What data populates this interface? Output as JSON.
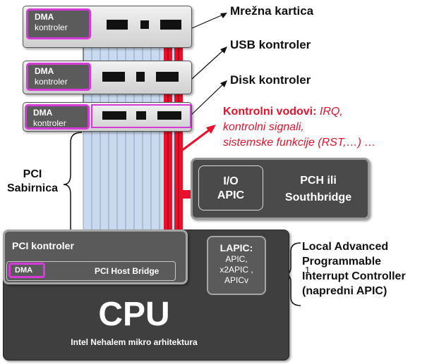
{
  "cards": [
    {
      "dma_line1": "DMA",
      "dma_line2": "kontroler",
      "label": "Mrežna kartica"
    },
    {
      "dma_line1": "DMA",
      "dma_line2": "kontroler",
      "label": "USB kontroler"
    },
    {
      "dma_line1": "DMA",
      "dma_line2": "kontroler",
      "label": "Disk kontroler"
    }
  ],
  "control_lines": {
    "title": "Kontrolni vodovi:",
    "title_rest": " IRQ,",
    "line2": "kontrolni signali,",
    "line3": "sistemske funkcije (RST,…) …"
  },
  "pci_bus": {
    "line1": "PCI",
    "line2": "Sabirnica"
  },
  "io_apic": {
    "line1": "I/O",
    "line2": "APIC"
  },
  "pch": {
    "line1": "PCH  ili",
    "line2": "Southbridge"
  },
  "pci_controller": {
    "title": "PCI kontroler",
    "dma": "DMA",
    "host_bridge": "PCI Host Bridge"
  },
  "lapic": {
    "title": "LAPIC:",
    "line1": "APIC,",
    "line2": "x2APIC ,",
    "line3": "APICv"
  },
  "local_apic_label": {
    "line1": "Local Advanced",
    "line2": "Programmable",
    "line3": "Interrupt Controller",
    "line4": "(napredni APIC)",
    "marker": "1"
  },
  "cpu": {
    "title": "CPU",
    "subtitle": "Intel Nehalem mikro arhitektura"
  },
  "colors": {
    "magenta": "#d63ad9",
    "red": "#e8102a",
    "dark_panel": "#3f3f3f",
    "bus_blue": "#c9d9ee"
  }
}
